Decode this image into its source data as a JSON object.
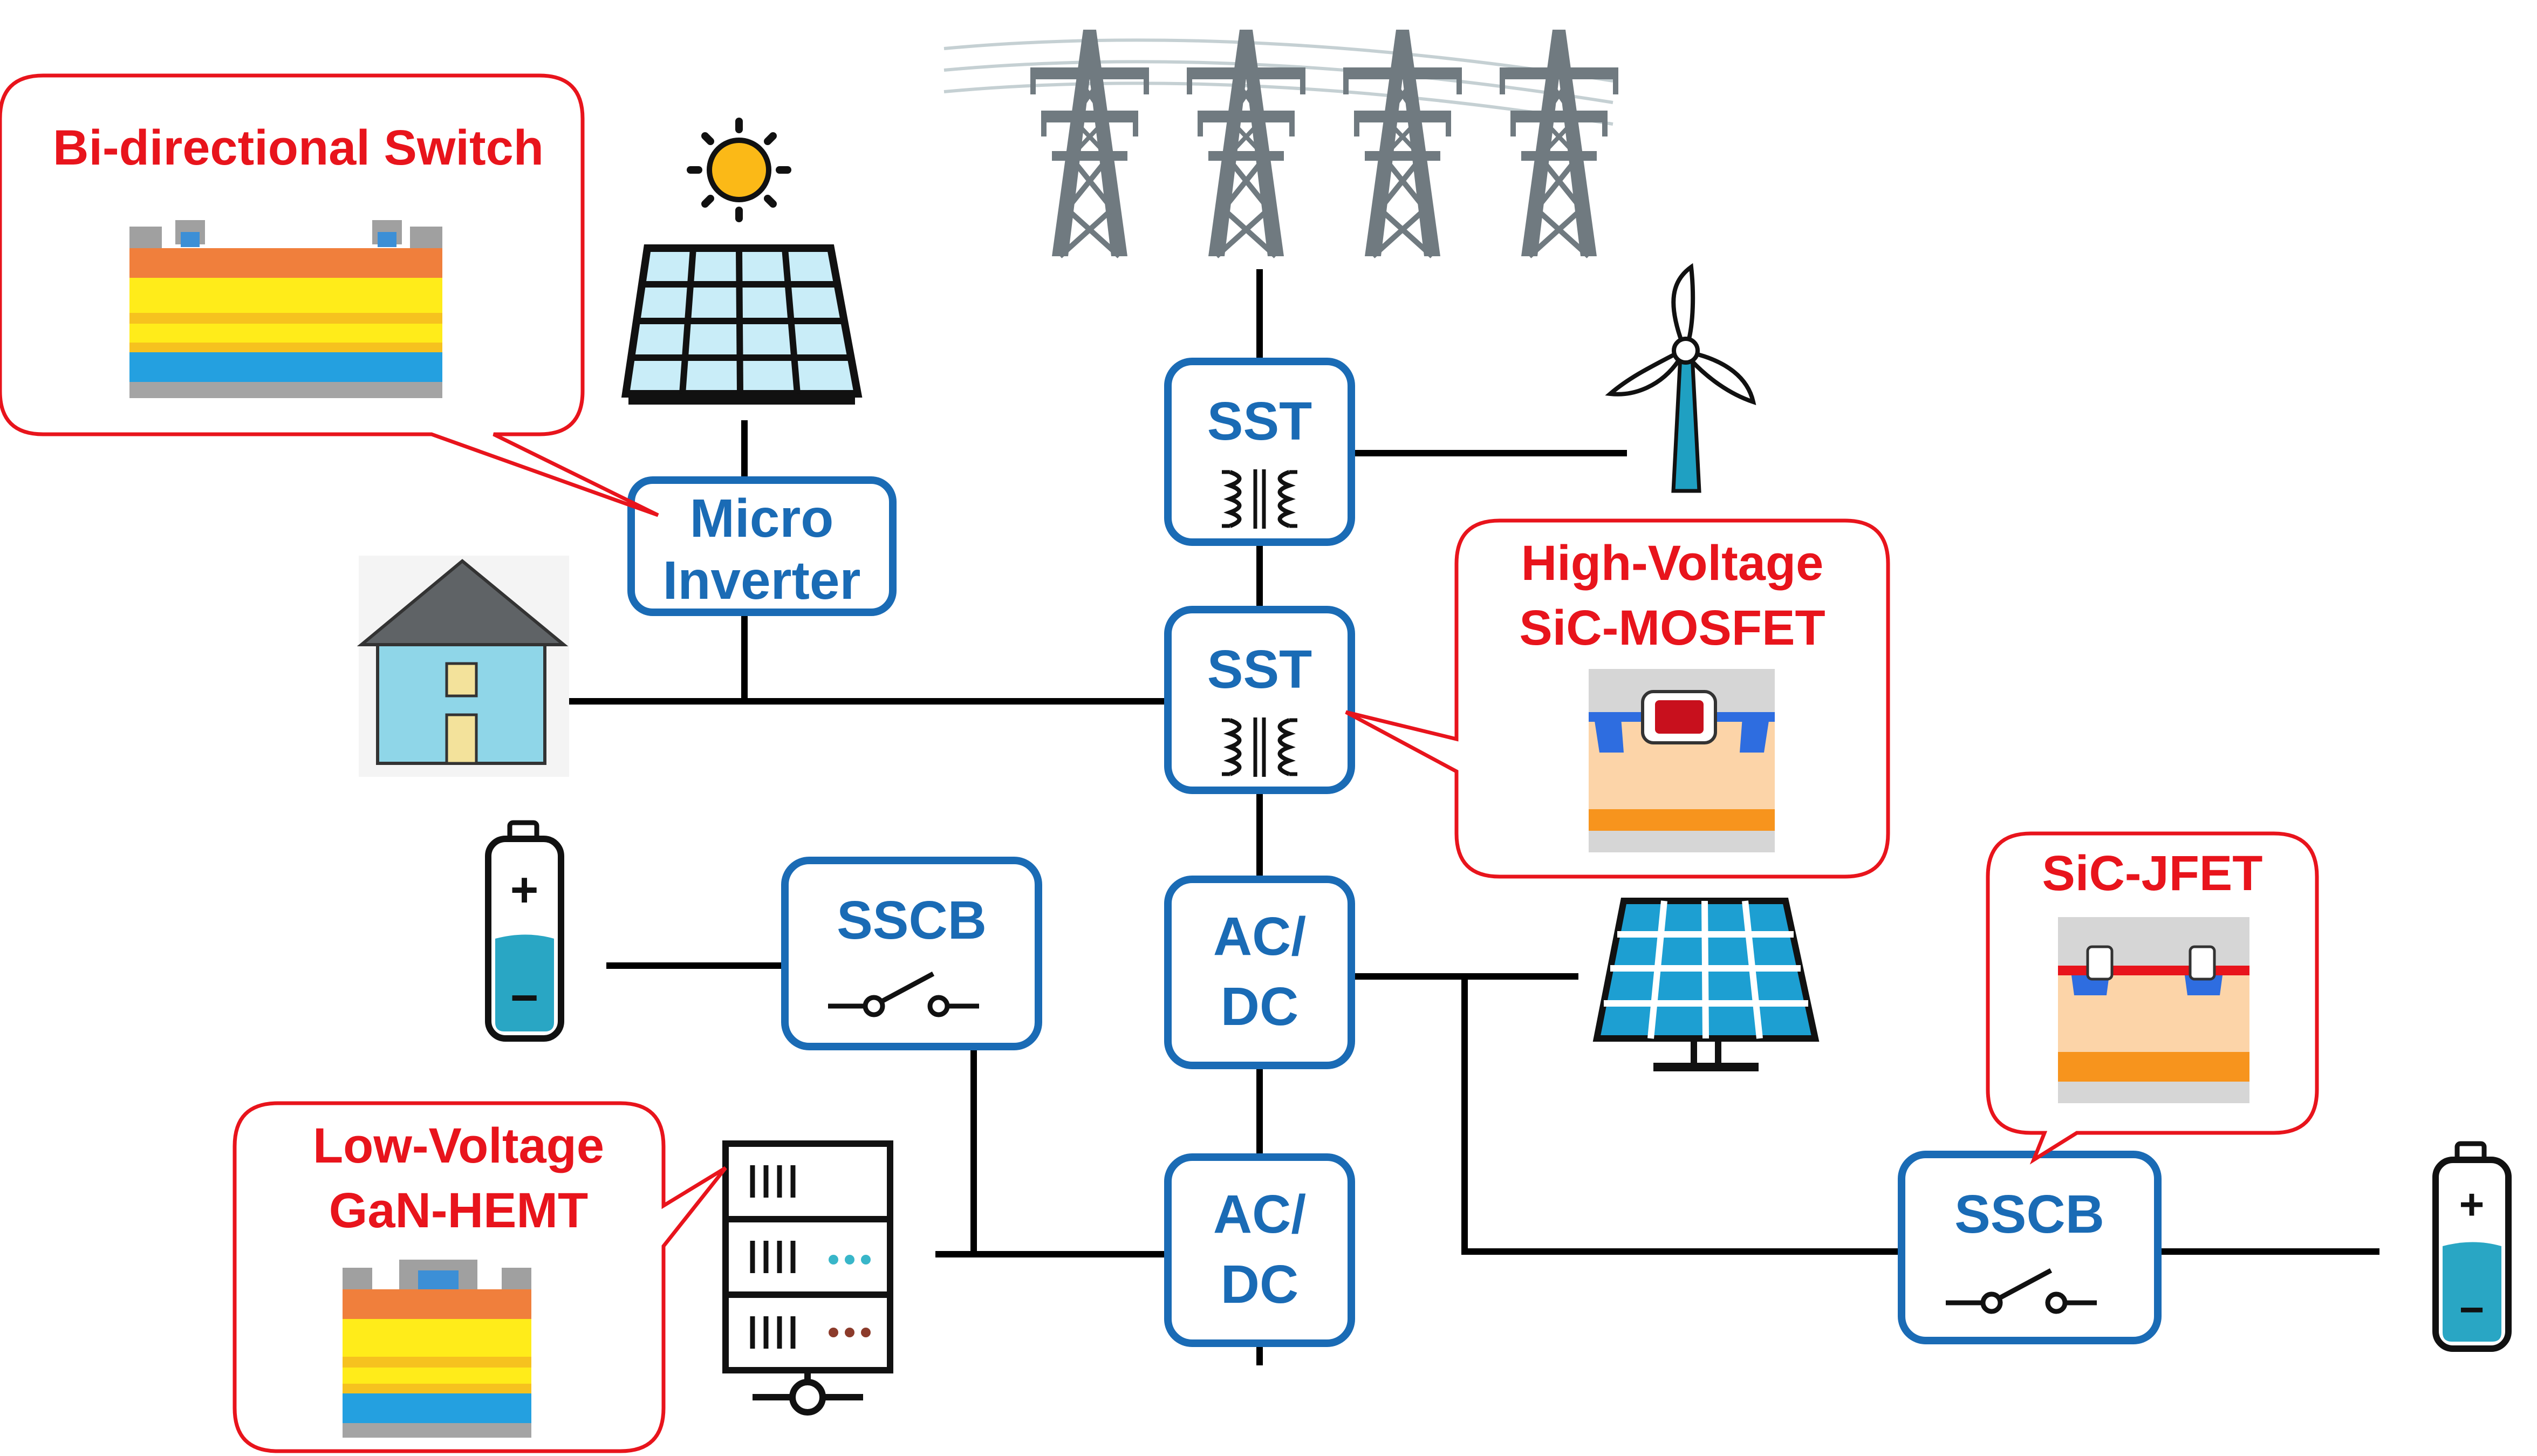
{
  "colors": {
    "box_stroke": "#1a6bb5",
    "box_text": "#1a6bb5",
    "callout_stroke": "#e8141c",
    "callout_text": "#e8141c",
    "bus_line": "#000000",
    "tower_gray": "#707a80",
    "panel_blue": "#1d9fd2",
    "battery_teal": "#29a6c4",
    "house_wall": "#8fd6e8",
    "house_roof": "#5f6366"
  },
  "converters": {
    "sst_top": "SST",
    "sst_mid": "SST",
    "micro_inverter_line1": "Micro",
    "micro_inverter_line2": "Inverter",
    "sscb_left": "SSCB",
    "ac_dc_upper_line1": "AC/",
    "ac_dc_upper_line2": "DC",
    "ac_dc_lower_line1": "AC/",
    "ac_dc_lower_line2": "DC",
    "sscb_right": "SSCB"
  },
  "callouts": {
    "bidirectional_switch": "Bi-directional Switch",
    "hv_sic_mosfet_line1": "High-Voltage",
    "hv_sic_mosfet_line2": "SiC-MOSFET",
    "sic_jfet": "SiC-JFET",
    "lv_gan_hemt_line1": "Low-Voltage",
    "lv_gan_hemt_line2": "GaN-HEMT"
  },
  "battery_signs": {
    "plus": "+",
    "minus": "−"
  },
  "icons": [
    "transmission-tower-icon",
    "sun-icon",
    "solar-panel-icon",
    "wind-turbine-icon",
    "house-icon",
    "battery-icon",
    "server-rack-icon",
    "transformer-icon",
    "switch-icon",
    "device-cross-section-icon"
  ]
}
